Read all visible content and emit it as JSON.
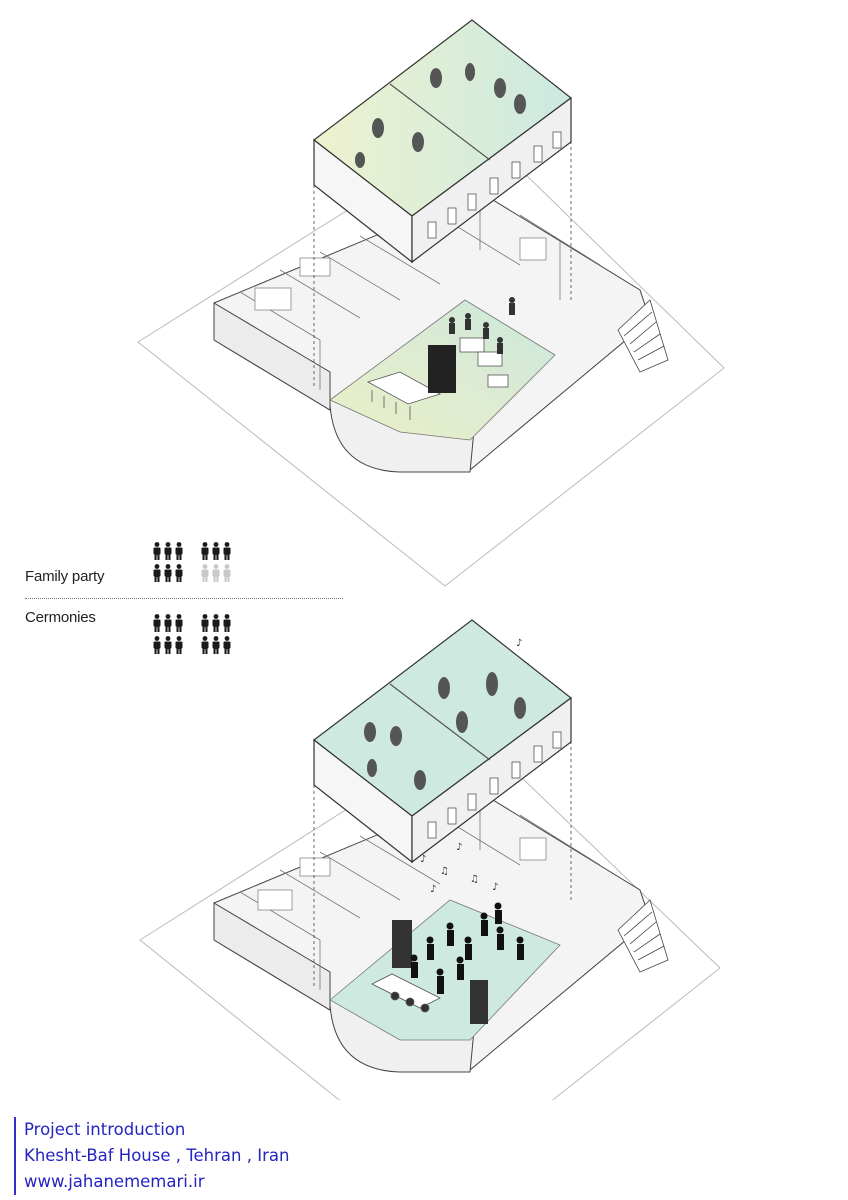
{
  "legend": {
    "family_label": "Family party",
    "ceremonies_label": "Cermonies",
    "family_filled": 9,
    "family_total": 12,
    "ceremonies_filled": 12,
    "ceremonies_total": 12
  },
  "caption": {
    "line1": "Project introduction",
    "line2": "Khesht-Baf House , Tehran , Iran",
    "line3": "www.jahanememari.ir"
  },
  "colors": {
    "family_fill": "#e6ecc6",
    "ceremony_fill": "#cde9e0",
    "caption_blue": "#2424c0",
    "line": "#333333",
    "wall": "#f2f2f2"
  }
}
